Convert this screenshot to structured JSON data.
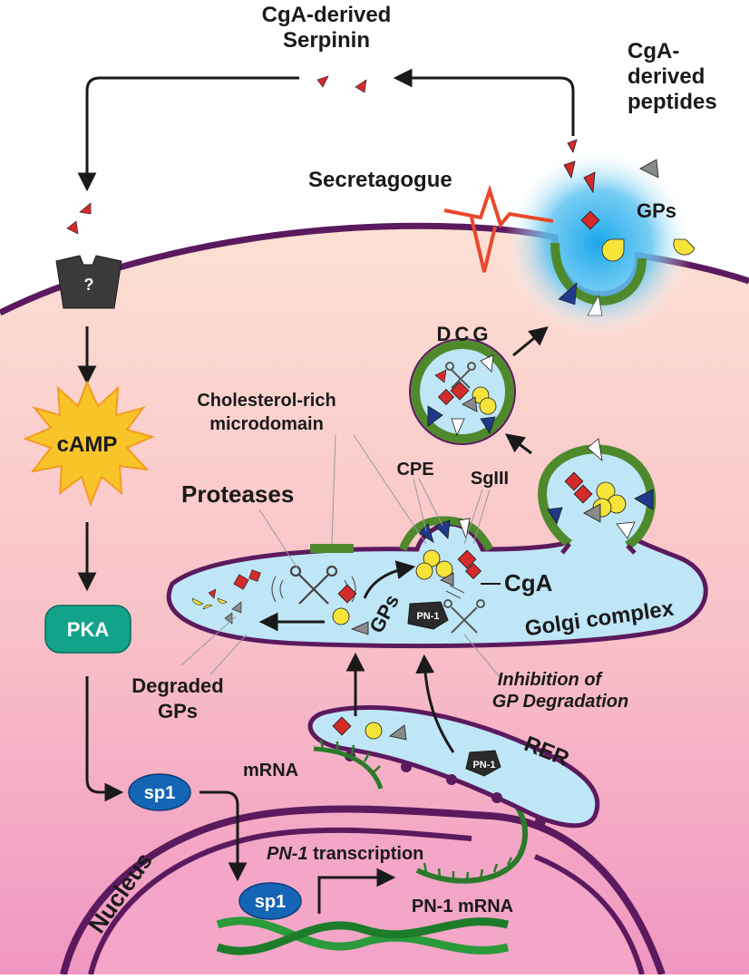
{
  "labels": {
    "serpinin_line1": "CgA-derived",
    "serpinin_line2": "Serpinin",
    "peptides_line1": "CgA-",
    "peptides_line2": "derived",
    "peptides_line3": "peptides",
    "secretagogue": "Secretagogue",
    "gps_top": "GPs",
    "receptor_unknown": "?",
    "dcg": "DCG",
    "cholesterol_line1": "Cholesterol-rich",
    "cholesterol_line2": "microdomain",
    "camp": "cAMP",
    "cpe": "CPE",
    "sgIII": "SgIII",
    "proteases": "Proteases",
    "cga": "CgA",
    "gps_golgi": "GPs",
    "pn1_golgi": "PN-1",
    "golgi_complex": "Golgi complex",
    "pka": "PKA",
    "degraded_line1": "Degraded",
    "degraded_line2": "GPs",
    "inhibition_line1": "Inhibition of",
    "inhibition_line2": "GP Degradation",
    "rer": "RER",
    "pn1_rer": "PN-1",
    "mrna": "mRNA",
    "sp1_upper": "sp1",
    "sp1_lower": "sp1",
    "nucleus": "Nucleus",
    "transcription_italic": "PN-1",
    "transcription_rest": " transcription",
    "pn1_mrna": "PN-1 mRNA"
  },
  "colors": {
    "membrane": "#5b1a5e",
    "cytoplasm_top": "#fbd6c8",
    "cytoplasm_bottom": "#f29bc3",
    "organelle_fill": "#bfe6f6",
    "organelle_border": "#5b1a5e",
    "granule_ring": "#4e8a2c",
    "release_cloud": "#3fb6ec",
    "pka_teal": "#12a38a",
    "sp1_blue": "#1565b5",
    "camp_burst": "#f8c42a",
    "secretagogue_red": "#e8482c",
    "cga_red": "#d42a2a",
    "gp_yellow": "#f6e43a",
    "dna_green": "#2a9a3a"
  }
}
